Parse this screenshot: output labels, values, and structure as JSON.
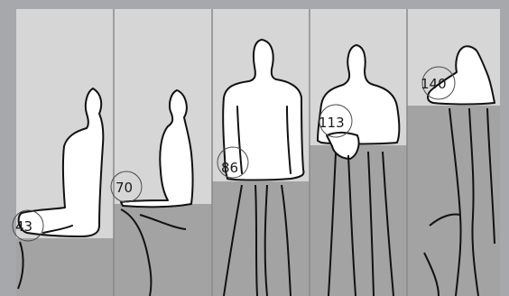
{
  "colors": {
    "frame": "#a7a8ac",
    "wall": "#d6d6d6",
    "floor": "#a3a3a3",
    "figure_fill": "#ffffff",
    "line": "#111111",
    "divider": "#8a8a8a"
  },
  "panels": [
    {
      "height_label": "43",
      "pose": "sitting-floor"
    },
    {
      "height_label": "70",
      "pose": "sitting-low"
    },
    {
      "height_label": "86",
      "pose": "standing-back"
    },
    {
      "height_label": "113",
      "pose": "standing-hands"
    },
    {
      "height_label": "140",
      "pose": "standing-lean"
    }
  ]
}
